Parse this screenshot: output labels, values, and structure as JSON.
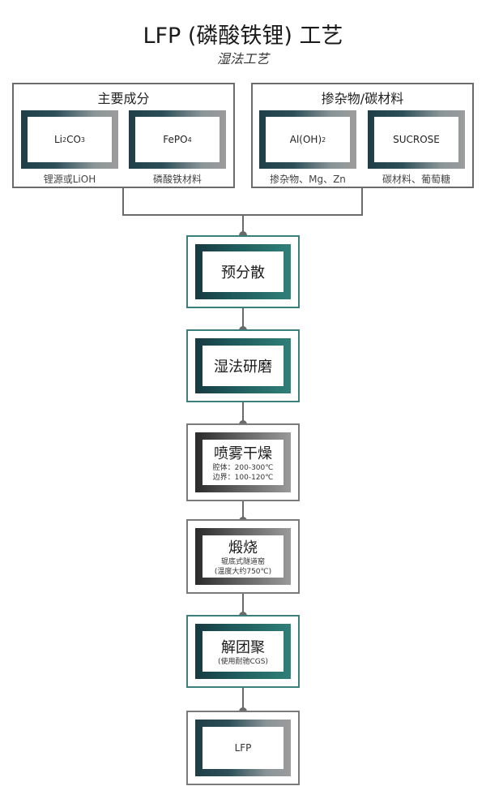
{
  "title": "LFP (磷酸铁锂) 工艺",
  "subtitle": "湿法工艺",
  "groups": [
    {
      "title": "主要成分",
      "materials": [
        {
          "formula_html": "Li<sub>2</sub>CO<sub>3</sub>",
          "caption": "锂源或LiOH"
        },
        {
          "formula_html": "FePO<sub>4</sub>",
          "caption": "磷酸铁材料"
        }
      ]
    },
    {
      "title": "掺杂物/碳材料",
      "materials": [
        {
          "formula_html": "Al(OH)<sub>2</sub>",
          "caption": "掺杂物、Mg、Zn"
        },
        {
          "formula_html": "SUCROSE",
          "caption": "碳材料、葡萄糖"
        }
      ]
    }
  ],
  "steps": [
    {
      "label": "预分散",
      "notes": []
    },
    {
      "label": "湿法研磨",
      "notes": []
    },
    {
      "label": "喷雾干燥",
      "notes": [
        "腔体：200-300℃",
        "边界：100-120℃"
      ]
    },
    {
      "label": "煅烧",
      "notes": [
        "辊底式隧道窑",
        "(温度大约750℃)"
      ]
    },
    {
      "label": "解团聚",
      "notes": [
        "(使用耐驰CGS)"
      ]
    },
    {
      "label": "",
      "notes": [
        "LFP"
      ]
    }
  ]
}
